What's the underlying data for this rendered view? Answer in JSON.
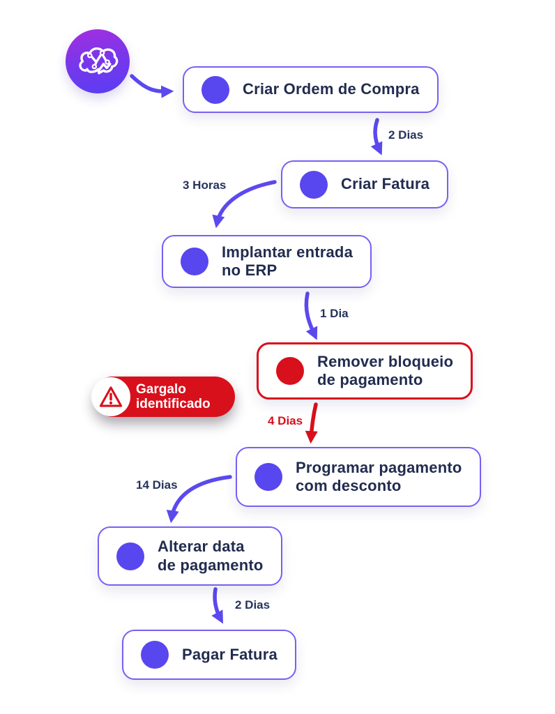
{
  "colors": {
    "accent_purple": "#5846ef",
    "border_purple": "#7660f2",
    "text_navy": "#222c4f",
    "alert_red": "#d8101c",
    "logo_gradient_top": "#a02fe2",
    "logo_gradient_bottom": "#5b3df2",
    "node_background": "#ffffff"
  },
  "logo": {
    "icon": "brain-circuit-icon"
  },
  "badge": {
    "text": "Gargalo identificado",
    "icon": "warning-triangle-icon",
    "color": "#d8101c"
  },
  "nodes": [
    {
      "id": "criar-ordem-de-compra",
      "lines": [
        "Criar Ordem de Compra"
      ],
      "status": "normal"
    },
    {
      "id": "criar-fatura",
      "lines": [
        "Criar Fatura"
      ],
      "status": "normal"
    },
    {
      "id": "implantar-entrada-no-erp",
      "lines": [
        "Implantar entrada",
        "no ERP"
      ],
      "status": "normal"
    },
    {
      "id": "remover-bloqueio-de-pagamento",
      "lines": [
        "Remover bloqueio",
        "de pagamento"
      ],
      "status": "bottleneck"
    },
    {
      "id": "programar-pagamento-com-desconto",
      "lines": [
        "Programar pagamento",
        "com desconto"
      ],
      "status": "normal"
    },
    {
      "id": "alterar-data-de-pagamento",
      "lines": [
        "Alterar data",
        "de pagamento"
      ],
      "status": "normal"
    },
    {
      "id": "pagar-fatura",
      "lines": [
        "Pagar Fatura"
      ],
      "status": "normal"
    }
  ],
  "edges": [
    {
      "from": "criar-ordem-de-compra",
      "to": "criar-fatura",
      "label": "2 Dias",
      "color": "#5b49ee"
    },
    {
      "from": "criar-fatura",
      "to": "implantar-entrada-no-erp",
      "label": "3 Horas",
      "color": "#5b49ee"
    },
    {
      "from": "implantar-entrada-no-erp",
      "to": "remover-bloqueio-de-pagamento",
      "label": "1 Dia",
      "color": "#5b49ee"
    },
    {
      "from": "remover-bloqueio-de-pagamento",
      "to": "programar-pagamento-com-desconto",
      "label": "4 Dias",
      "color": "#d8101c"
    },
    {
      "from": "programar-pagamento-com-desconto",
      "to": "alterar-data-de-pagamento",
      "label": "14 Dias",
      "color": "#5b49ee"
    },
    {
      "from": "alterar-data-de-pagamento",
      "to": "pagar-fatura",
      "label": "2 Dias",
      "color": "#5b49ee"
    }
  ]
}
